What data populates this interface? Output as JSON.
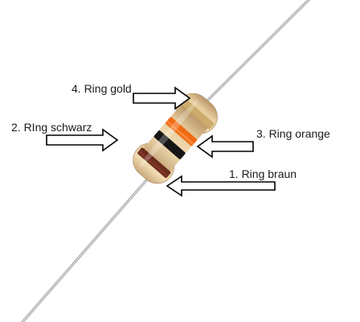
{
  "labels": {
    "ring4": "4. Ring gold",
    "ring2": "2. RIng schwarz",
    "ring3": "3. Ring orange",
    "ring1": "1. Ring braun"
  },
  "colors": {
    "body": "#e8d2a8",
    "lead": "#b9b9b9",
    "band_brown": "#6b2c1e",
    "band_black": "#161616",
    "band_orange": "#f06a12",
    "band_gold": "#c7a562",
    "arrow_stroke": "#000000",
    "arrow_fill": "#ffffff"
  }
}
